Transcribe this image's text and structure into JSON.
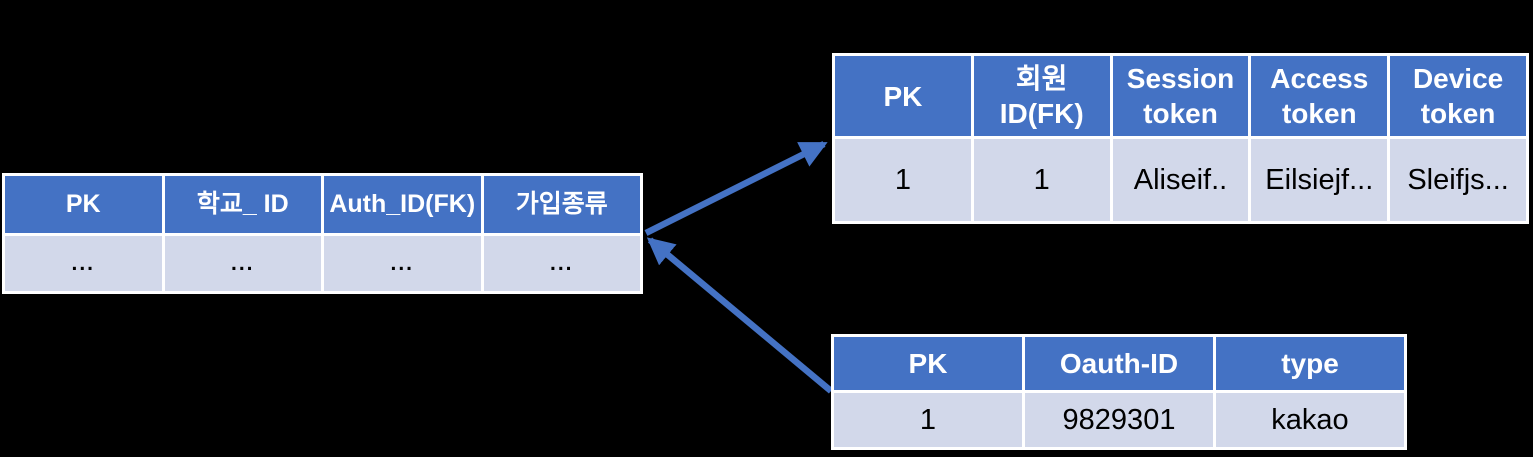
{
  "colors": {
    "table_header_bg": "#4472C4",
    "table_row_bg": "#D2D8EA",
    "table_border": "#FFFFFF",
    "header_text": "#FFFFFF",
    "body_text": "#000000",
    "arrow": "#4472C4",
    "background": "#000000"
  },
  "tables": {
    "member": {
      "headers": [
        "PK",
        "학교_ ID",
        "Auth_ID(FK)",
        "가입종류"
      ],
      "row": [
        "...",
        "...",
        "...",
        "..."
      ]
    },
    "token": {
      "headers": [
        "PK",
        "회원\nID(FK)",
        "Session\ntoken",
        "Access\ntoken",
        "Device\ntoken"
      ],
      "row": [
        "1",
        "1",
        "Aliseif..",
        "Eilsiejf...",
        "Sleifjs..."
      ]
    },
    "oauth": {
      "headers": [
        "PK",
        "Oauth-ID",
        "type"
      ],
      "row": [
        "1",
        "9829301",
        "kakao"
      ]
    }
  }
}
